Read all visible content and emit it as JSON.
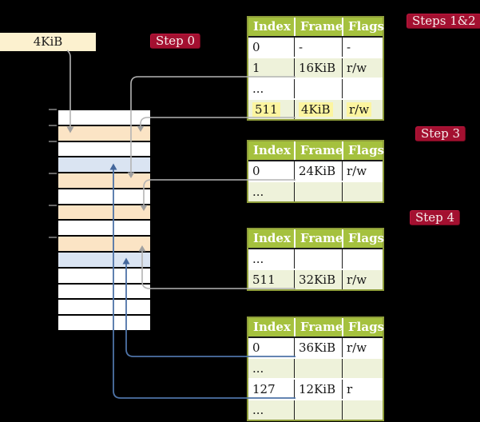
{
  "colors": {
    "bg": "#000000",
    "cream": "#fcf1cf",
    "badge-bg": "#a31030",
    "badge-border-light": "#c0173f",
    "badge-border-dark": "#70091f",
    "badge-text": "#f6ecec",
    "table-border": "#8e9d3a",
    "header-green": "#a5c13e",
    "row-green": "#eef2da",
    "row-white": "#ffffff",
    "hl-yellow": "#fcf5a0",
    "peach": "#fbe4c5",
    "page-blue": "#dae4f2",
    "arrow-gray": "#b4b4b4",
    "arrow-gray-head": "#a0a0a0",
    "arrow-blue": "#4e73a7",
    "arrow-blue-head": "#44679c",
    "tick": "#8a8a8a"
  },
  "frame_label": {
    "text": "4KiB"
  },
  "badges": {
    "step0": "Step 0",
    "steps12": "Steps 1&2",
    "step3": "Step 3",
    "step4": "Step 4"
  },
  "tables": [
    {
      "header": [
        "Index",
        "Frame",
        "Flags"
      ],
      "rows": [
        {
          "cells": [
            "0",
            "-",
            "-"
          ],
          "highlighted": false
        },
        {
          "cells": [
            "1",
            "16KiB",
            "r/w"
          ],
          "highlighted": false
        },
        {
          "cells": [
            "...",
            "",
            ""
          ],
          "highlighted": false
        },
        {
          "cells": [
            "511",
            "4KiB",
            "r/w"
          ],
          "highlighted": true
        }
      ]
    },
    {
      "header": [
        "Index",
        "Frame",
        "Flags"
      ],
      "rows": [
        {
          "cells": [
            "0",
            "24KiB",
            "r/w"
          ],
          "highlighted": false
        },
        {
          "cells": [
            "...",
            "",
            ""
          ],
          "highlighted": false
        }
      ]
    },
    {
      "header": [
        "Index",
        "Frame",
        "Flags"
      ],
      "rows": [
        {
          "cells": [
            "...",
            "",
            ""
          ],
          "highlighted": false
        },
        {
          "cells": [
            "511",
            "32KiB",
            "r/w"
          ],
          "highlighted": false
        }
      ]
    },
    {
      "header": [
        "Index",
        "Frame",
        "Flags"
      ],
      "rows": [
        {
          "cells": [
            "0",
            "36KiB",
            "r/w"
          ],
          "highlighted": false
        },
        {
          "cells": [
            "...",
            "",
            ""
          ],
          "highlighted": false
        },
        {
          "cells": [
            "127",
            "12KiB",
            "r"
          ],
          "highlighted": false
        },
        {
          "cells": [
            "...",
            "",
            ""
          ],
          "highlighted": false
        }
      ]
    }
  ],
  "memory": {
    "row_kinds": [
      "plain",
      "table",
      "plain",
      "page",
      "table",
      "plain",
      "table",
      "plain",
      "table",
      "page",
      "plain",
      "plain",
      "plain",
      "plain"
    ]
  },
  "arrows": [
    {
      "source": "4KiB box",
      "target": "memory row 2",
      "color": "gray"
    },
    {
      "source": "table 1 row 1 (16KiB)",
      "target": "memory row 5",
      "color": "gray"
    },
    {
      "source": "table 1 row 511 (4KiB)",
      "target": "memory row 2",
      "color": "gray"
    },
    {
      "source": "table 2 row 0 (24KiB)",
      "target": "memory row 7",
      "color": "gray"
    },
    {
      "source": "table 3 row 511 (32KiB)",
      "target": "memory row 9",
      "color": "gray"
    },
    {
      "source": "table 4 row 0 (36KiB)",
      "target": "memory row 10",
      "color": "blue"
    },
    {
      "source": "table 4 row 127 (12KiB)",
      "target": "memory row 4",
      "color": "blue"
    }
  ]
}
